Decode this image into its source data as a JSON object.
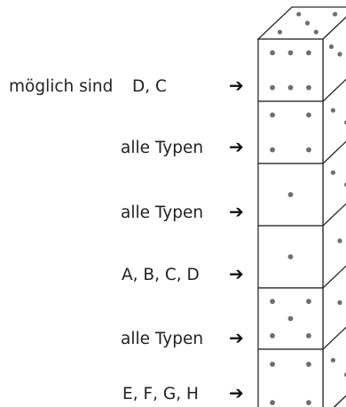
{
  "header": {
    "label": "möglich sind"
  },
  "rows": [
    {
      "label": "D, C",
      "arrow": "➔",
      "front_pips": 6,
      "right_pips": 3
    },
    {
      "label": "alle Typen",
      "arrow": "➔",
      "front_pips": 4,
      "right_pips": 2
    },
    {
      "label": "alle Typen",
      "arrow": "➔",
      "front_pips": 1,
      "right_pips": 2
    },
    {
      "label": "A, B, C, D",
      "arrow": "➔",
      "front_pips": 1,
      "right_pips": 1
    },
    {
      "label": "alle Typen",
      "arrow": "➔",
      "front_pips": 5,
      "right_pips": 1
    },
    {
      "label": "E, F, G, H",
      "arrow": "➔",
      "front_pips": 4,
      "right_pips": 2
    }
  ],
  "top_face": {
    "pips": 5
  }
}
